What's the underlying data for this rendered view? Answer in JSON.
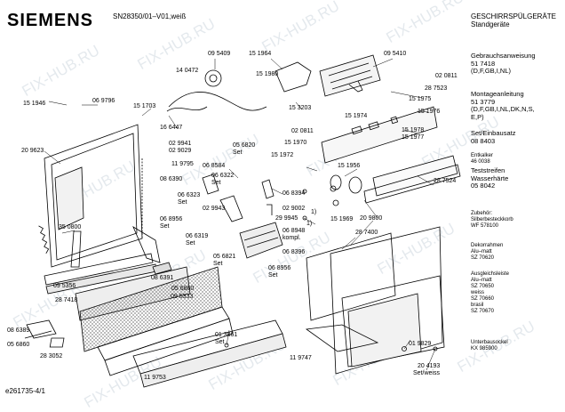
{
  "header": {
    "brand": "SIEMENS",
    "model": "SN28350/01–V01,weiß",
    "category": "GESCHIRRSPÜLGERÄTE",
    "subcategory": "Standgeräte"
  },
  "footer": {
    "doc_id": "e261735-4/1"
  },
  "watermark": "FIX-HUB.RU",
  "right_column": [
    {
      "title": "Gebrauchsanweisung",
      "lines": [
        "51 7418",
        "(D,F,GB,I,NL)"
      ]
    },
    {
      "title": "Montageanleitung",
      "lines": [
        "51 3779",
        "(D,F,GB,I,NL,DK,N,S,",
        "E,P)"
      ]
    },
    {
      "title": "Set/Einbausatz",
      "lines": [
        "08 8403"
      ]
    },
    {
      "title": "Entkalker",
      "lines": [
        "46 0038"
      ],
      "small": true
    },
    {
      "title": "Teststreifen",
      "lines": [
        "Wasserhärte",
        "05 8042"
      ]
    },
    {
      "title": "Zubehör:",
      "lines": [
        "Silberbesteckkorb",
        "WF 578100"
      ],
      "small": true
    },
    {
      "title": "Dekorrahmen",
      "lines": [
        "Alu–matt",
        "SZ 70620"
      ],
      "small": true
    },
    {
      "title": "Ausgleichsleiste",
      "lines": [
        "Alu–matt",
        "SZ 70650",
        "weiss",
        "SZ 70660",
        "brasil",
        "SZ 70670"
      ],
      "small": true
    },
    {
      "title": "Unterbausockel",
      "lines": [
        "KX 985900"
      ],
      "small": true
    }
  ],
  "parts": [
    "09 5409",
    "15 1964",
    "09 5410",
    "14 0472",
    "15 1980",
    "02 0811",
    "28 7523",
    "15 1946",
    "06 9796",
    "15 1703",
    "15 3203",
    "15 1975",
    "15 1974",
    "15 1976",
    "16 6447",
    "02 0811",
    "15 1978",
    "15 1977",
    "02 9941",
    "02 9029",
    "05 6820",
    "Set",
    "15 1970",
    "20 9623",
    "11 9795",
    "06 8584",
    "15 1972",
    "15 1956",
    "08 6390",
    "06 6322",
    "Set",
    "06 8394",
    "28 7524",
    "06 6323",
    "Set",
    "02 9943",
    "02 9002",
    "1)",
    "29 9945",
    "06 8956",
    "Set",
    "15 1969",
    "1)",
    "06 6319",
    "Set",
    "06 8948",
    "kompl.",
    "20 9800",
    "35 0800",
    "05 6821",
    "Set",
    "06 8396",
    "28 7400",
    "08 6391",
    "05 6860",
    "06 8956",
    "Set",
    "09 5356",
    "28 7418",
    "09 5333",
    "08 6389",
    "05 6860",
    "01 3861",
    "Set",
    "01 9829",
    "28 3052",
    "11 9747",
    "11 9753",
    "20 4193",
    "Set/weiss"
  ]
}
